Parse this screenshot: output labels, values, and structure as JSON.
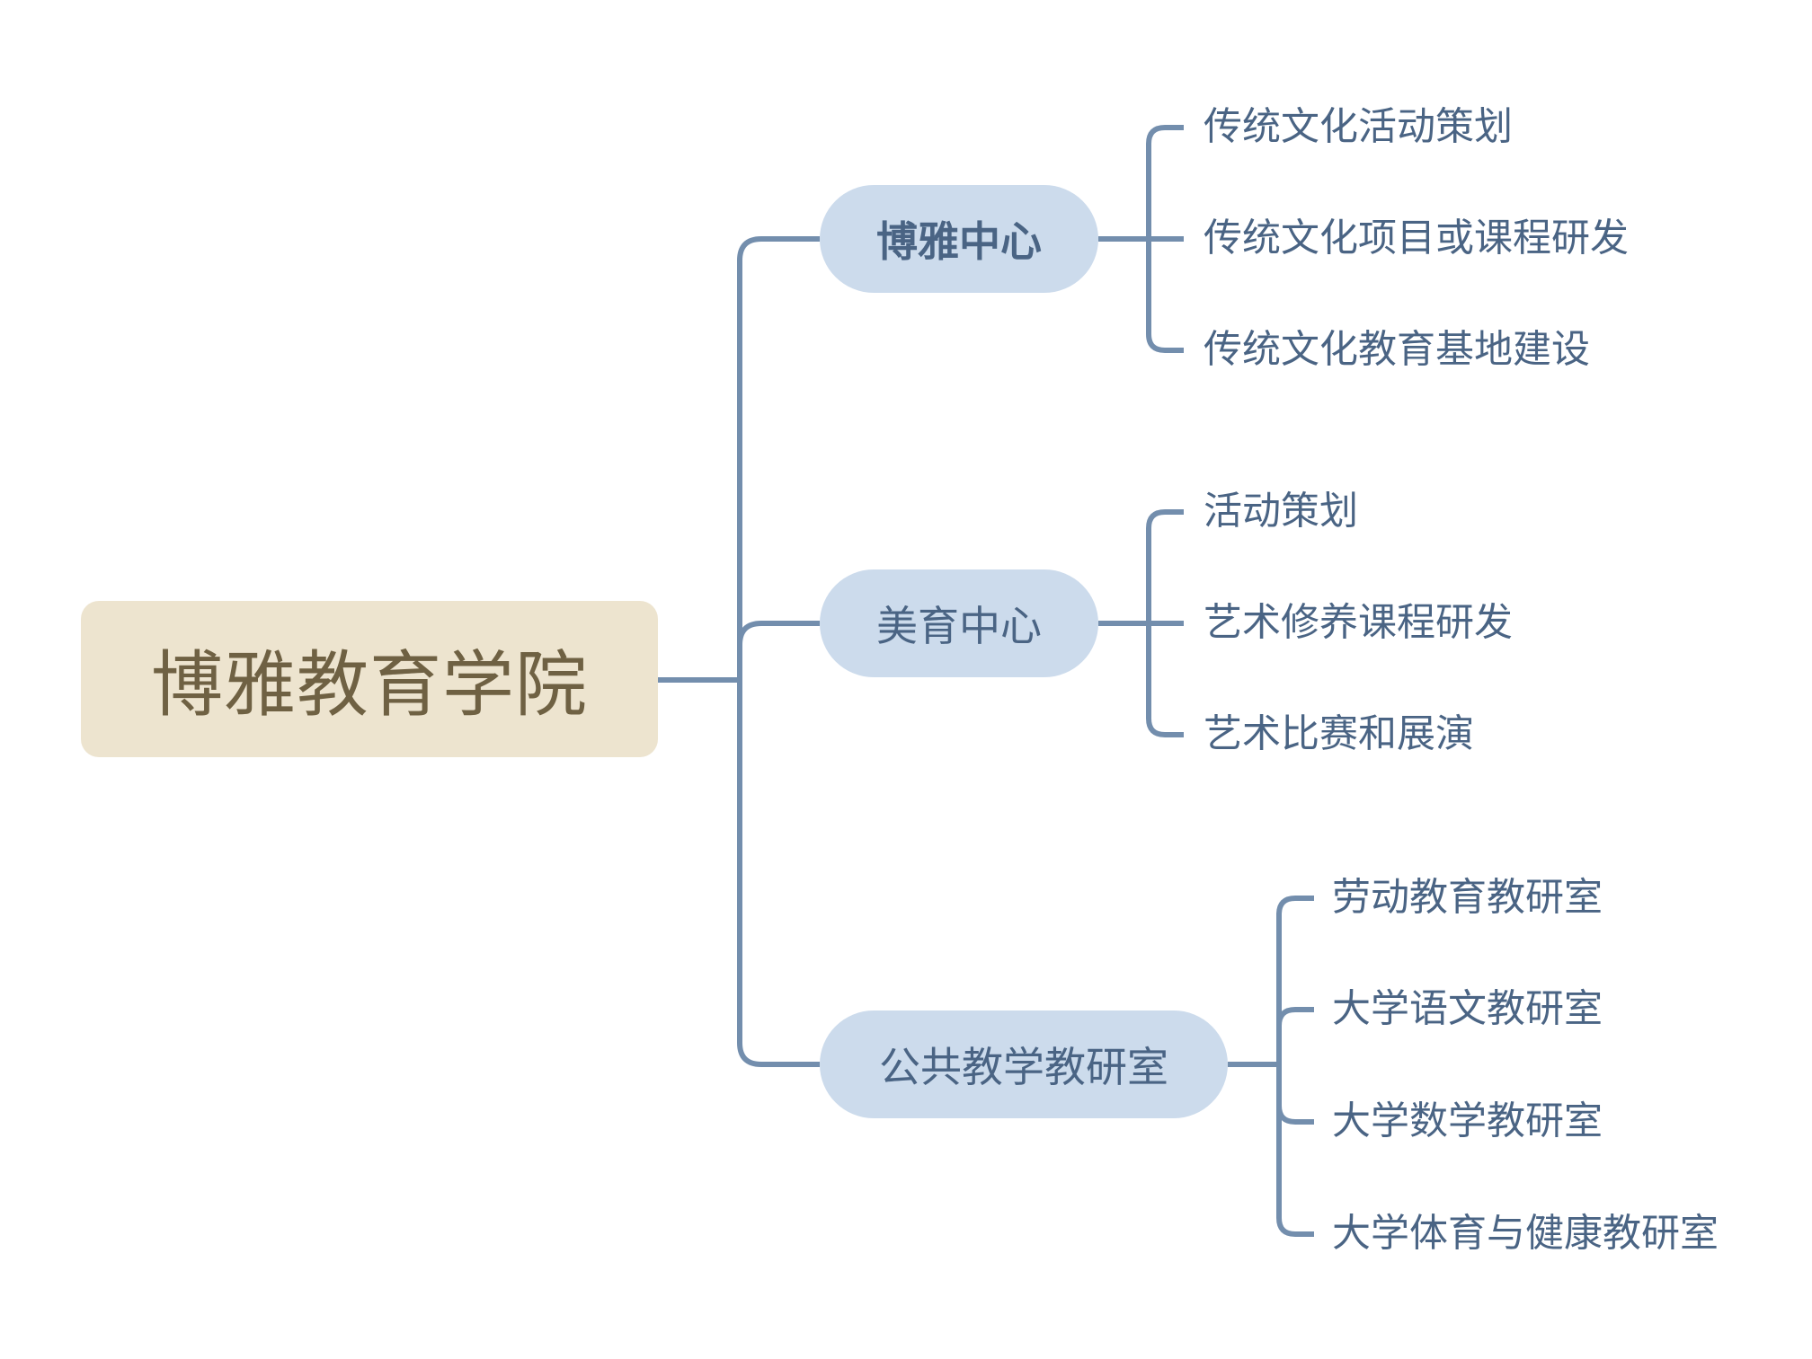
{
  "colors": {
    "line": "#738ead",
    "root_bg": "#ede4cf",
    "root_text": "#6f6143",
    "pill_bg": "#ccdbec",
    "text": "#4a6484"
  },
  "root": {
    "label": "博雅教育学院"
  },
  "branches": [
    {
      "label": "博雅中心",
      "children": [
        "传统文化活动策划",
        "传统文化项目或课程研发",
        "传统文化教育基地建设"
      ]
    },
    {
      "label": "美育中心",
      "children": [
        "活动策划",
        "艺术修养课程研发",
        "艺术比赛和展演"
      ]
    },
    {
      "label": "公共教学教研室",
      "children": [
        "劳动教育教研室",
        "大学语文教研室",
        "大学数学教研室",
        "大学体育与健康教研室"
      ]
    }
  ]
}
